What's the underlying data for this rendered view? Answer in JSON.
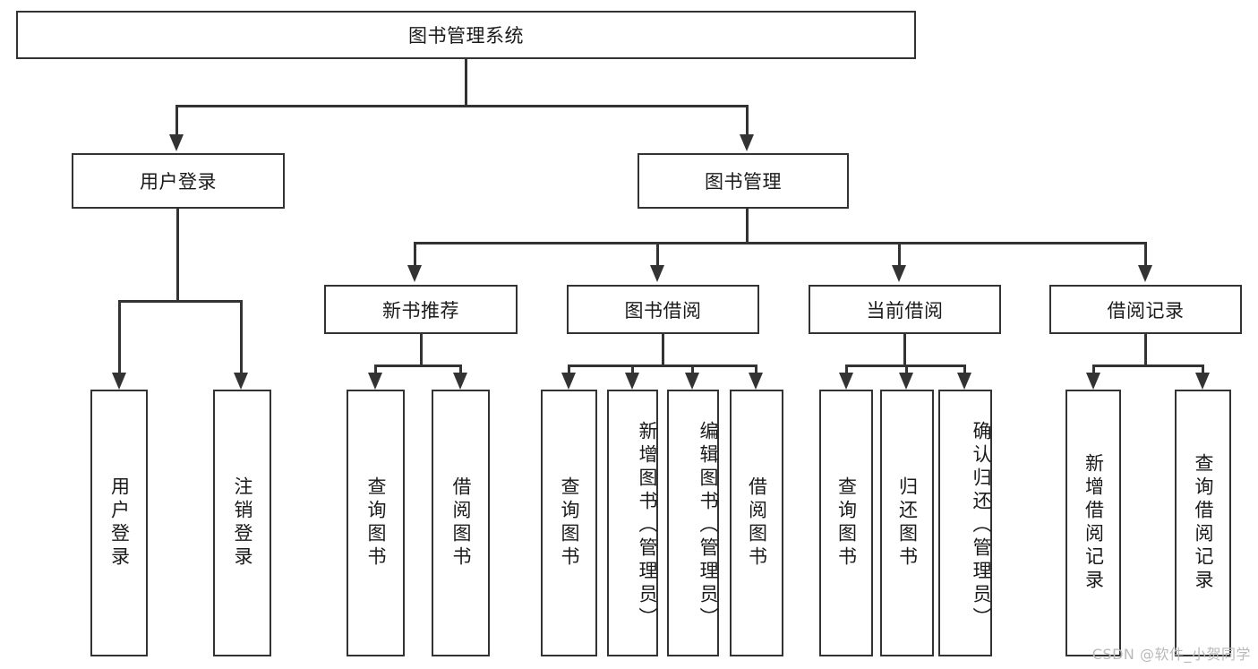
{
  "diagram": {
    "title_node": {
      "label": "图书管理系统"
    },
    "level2": [
      {
        "id": "user-login",
        "label": "用户登录"
      },
      {
        "id": "book-management",
        "label": "图书管理"
      }
    ],
    "level3": [
      {
        "id": "new-book-recommend",
        "label": "新书推荐"
      },
      {
        "id": "book-borrow",
        "label": "图书借阅"
      },
      {
        "id": "current-borrow",
        "label": "当前借阅"
      },
      {
        "id": "borrow-record",
        "label": "借阅记录"
      }
    ],
    "leaves": [
      {
        "id": "leaf-user-login",
        "label": "用户登录",
        "parent": "user-login"
      },
      {
        "id": "leaf-logout",
        "label": "注销登录",
        "parent": "user-login"
      },
      {
        "id": "leaf-query-book-1",
        "label": "查询图书",
        "parent": "new-book-recommend"
      },
      {
        "id": "leaf-borrow-book-1",
        "label": "借阅图书",
        "parent": "new-book-recommend"
      },
      {
        "id": "leaf-query-book-2",
        "label": "查询图书",
        "parent": "book-borrow"
      },
      {
        "id": "leaf-add-book",
        "label": "新增图书（管理员）",
        "parent": "book-borrow"
      },
      {
        "id": "leaf-edit-book",
        "label": "编辑图书（管理员）",
        "parent": "book-borrow"
      },
      {
        "id": "leaf-borrow-book-2",
        "label": "借阅图书",
        "parent": "book-borrow"
      },
      {
        "id": "leaf-query-book-3",
        "label": "查询图书",
        "parent": "current-borrow"
      },
      {
        "id": "leaf-return-book",
        "label": "归还图书",
        "parent": "current-borrow"
      },
      {
        "id": "leaf-confirm-return",
        "label": "确认归还（管理员）",
        "parent": "current-borrow"
      },
      {
        "id": "leaf-add-record",
        "label": "新增借阅记录",
        "parent": "borrow-record"
      },
      {
        "id": "leaf-query-record",
        "label": "查询借阅记录",
        "parent": "borrow-record"
      }
    ]
  },
  "watermark": {
    "text": "CSDN @软件_小贺同学"
  },
  "colors": {
    "stroke": "#333333",
    "background": "#ffffff",
    "text": "#1a1a1a",
    "watermark": "#b9b9b9"
  }
}
